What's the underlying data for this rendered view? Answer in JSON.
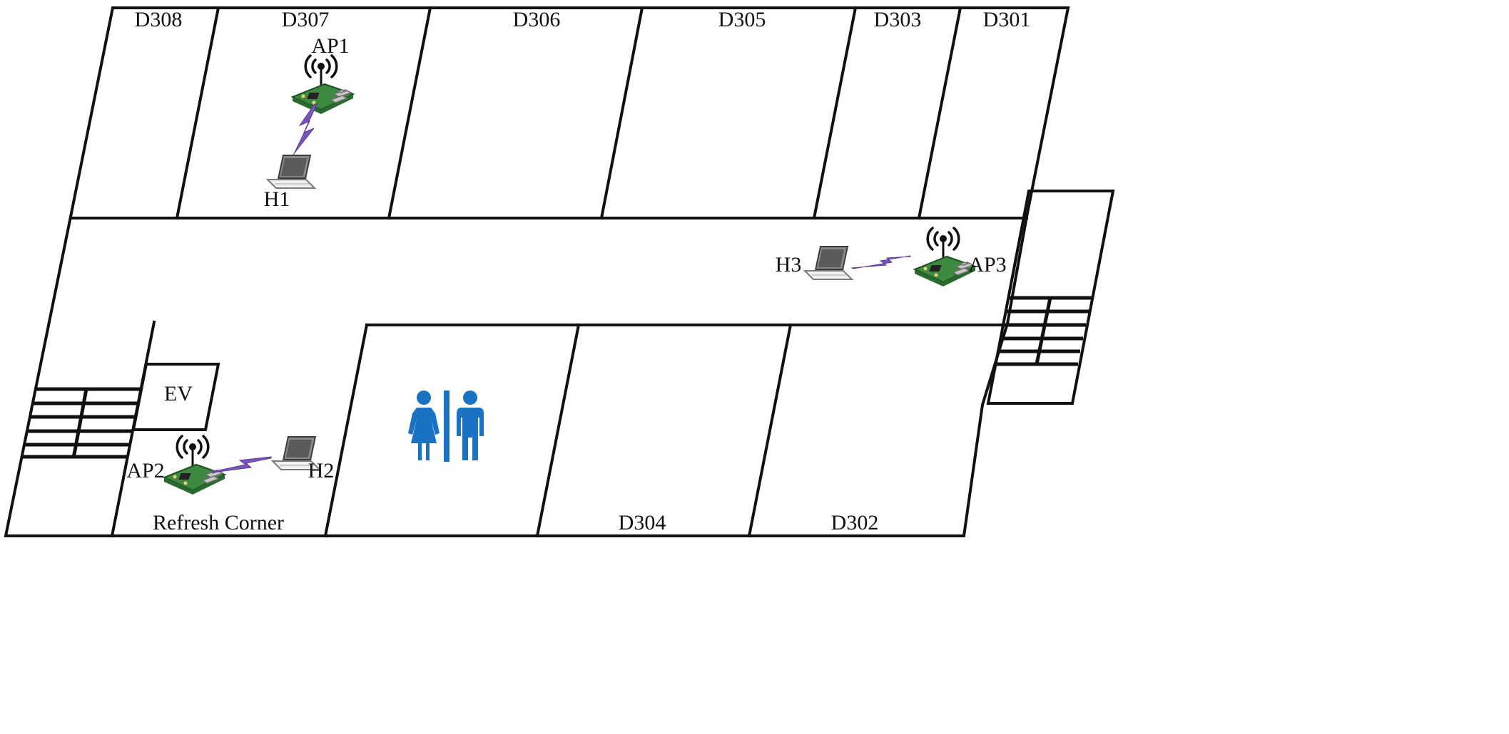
{
  "rooms": {
    "d308": "D308",
    "d307": "D307",
    "d306": "D306",
    "d305": "D305",
    "d303": "D303",
    "d301": "D301",
    "d304": "D304",
    "d302": "D302",
    "ev": "EV",
    "refresh": "Refresh Corner"
  },
  "devices": {
    "ap1": "AP1",
    "ap2": "AP2",
    "ap3": "AP3",
    "h1": "H1",
    "h2": "H2",
    "h3": "H3"
  },
  "icons": {
    "access_point": "raspberry-pi-board-with-antenna",
    "host": "laptop",
    "link": "wireless-lightning",
    "restroom": "restroom-female-male"
  },
  "colors": {
    "walls": "#111111",
    "wireless_link": "#7a55b8",
    "restroom_icon": "#1a73c2",
    "board": "#3c8a3f"
  }
}
